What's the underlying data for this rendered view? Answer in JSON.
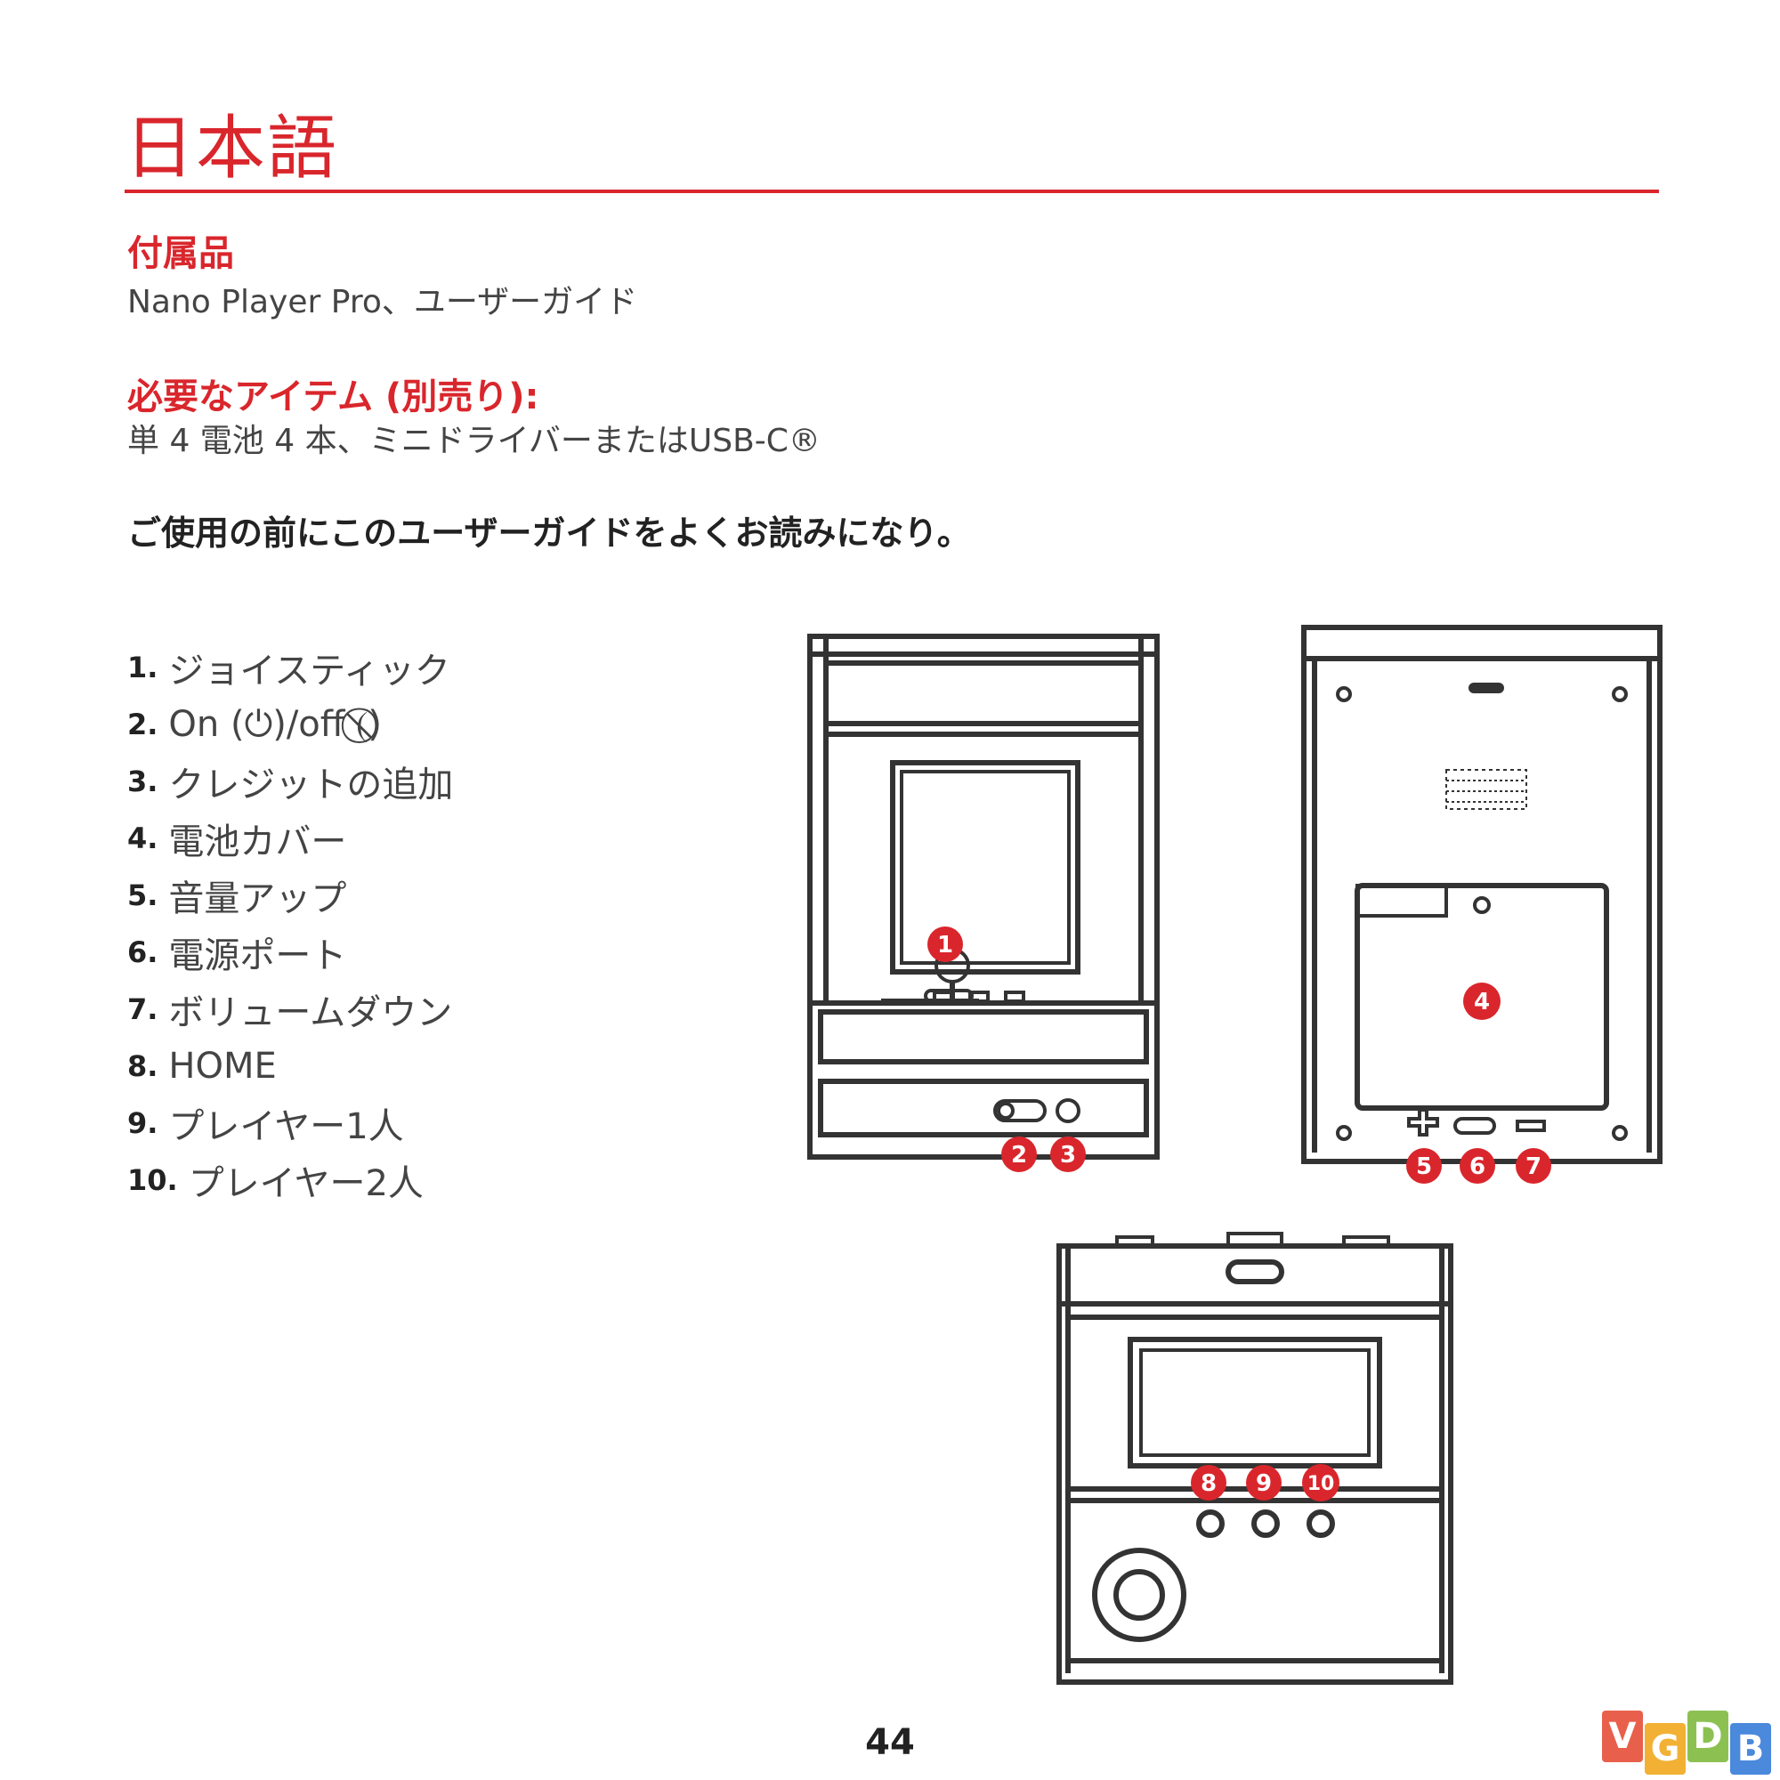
{
  "page": {
    "title": "日本語",
    "page_number": "44",
    "accent_color": "#d9262c"
  },
  "included": {
    "heading": "付属品",
    "text": "Nano Player Pro、ユーザーガイド"
  },
  "required": {
    "heading": "必要なアイテム (別売り):",
    "text": "単 4 電池 4 本、ミニドライバーまたはUSB-C®"
  },
  "notice": "ご使用の前にこのユーザーガイドをよくお読みになり。",
  "parts": [
    {
      "num": "1.",
      "label": "ジョイスティック"
    },
    {
      "num": "2.",
      "label": "On (⏻)/off (⃠)"
    },
    {
      "num": "3.",
      "label": "クレジットの追加"
    },
    {
      "num": "4.",
      "label": "電池カバー"
    },
    {
      "num": "5.",
      "label": "音量アップ"
    },
    {
      "num": "6.",
      "label": "電源ポート"
    },
    {
      "num": "7.",
      "label": "ボリュームダウン"
    },
    {
      "num": "8.",
      "label": "HOME"
    },
    {
      "num": "9.",
      "label": "プレイヤー1人"
    },
    {
      "num": "10.",
      "label": "プレイヤー2人"
    }
  ],
  "callouts": [
    "1",
    "2",
    "3",
    "4",
    "5",
    "6",
    "7",
    "8",
    "9",
    "10"
  ],
  "watermark": {
    "letters": [
      "V",
      "G",
      "D",
      "B"
    ],
    "colors": [
      "#e8604c",
      "#f2b134",
      "#8cc152",
      "#4a89dc"
    ]
  }
}
